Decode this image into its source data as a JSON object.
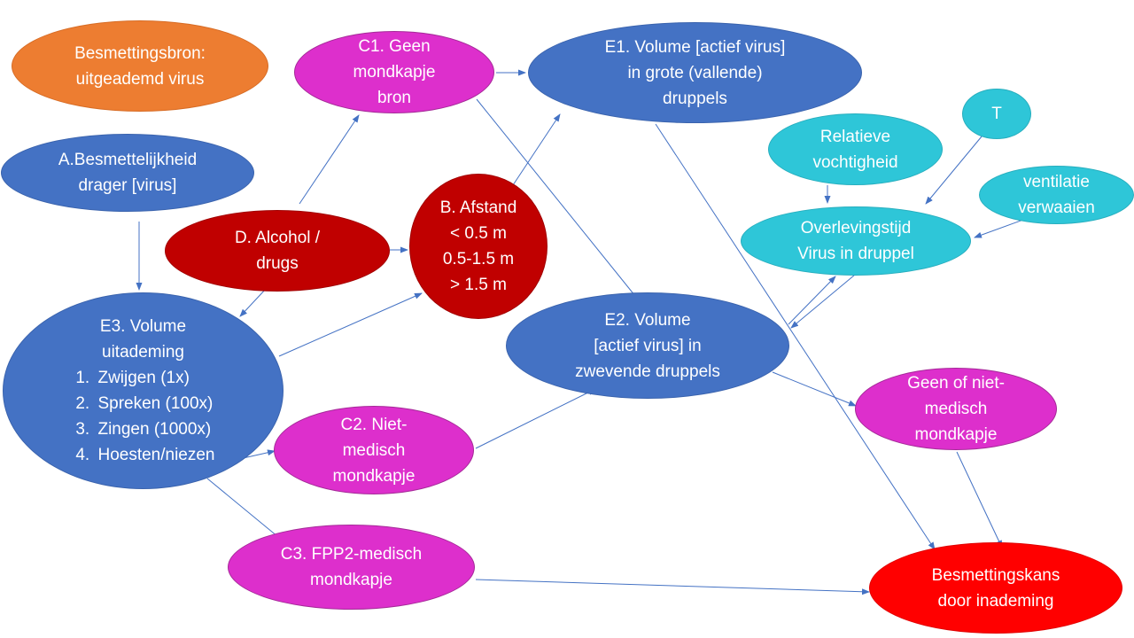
{
  "nodes": {
    "source": "Besmettingsbron:\nuitgeademd virus",
    "a": "A.Besmettelijkheid\ndrager [virus]",
    "c1": "C1. Geen\nmondkapje\nbron",
    "e1": "E1. Volume [actief virus]\nin grote (vallende)\ndruppels",
    "t": "T",
    "rh": "Relatieve\nvochtigheid",
    "vent": "ventilatie\nverwaaien",
    "survival": "Overlevingstijd\nVirus in druppel",
    "d": "D. Alcohol /\ndrugs",
    "b": "B. Afstand\n< 0.5 m\n0.5-1.5 m\n> 1.5 m",
    "e2": "E2. Volume\n[actief virus] in\nzwevende druppels",
    "e3_title": "E3. Volume\nuitademing",
    "e3_items": [
      "Zwijgen (1x)",
      "Spreken (100x)",
      "Zingen  (1000x)",
      "Hoesten/niezen"
    ],
    "c2": "C2. Niet-\nmedisch\nmondkapje",
    "geen": "Geen of niet-\nmedisch\nmondkapje",
    "c3": "C3. FPP2-medisch\nmondkapje",
    "kans": "Besmettingskans\ndoor inademing"
  },
  "colors": {
    "blue": "#4472c4",
    "orange": "#ed7d31",
    "magenta": "#dd2fcc",
    "dark_red": "#c00000",
    "cyan": "#2ec6d8",
    "red": "#ff0000",
    "arrow": "#4472c4"
  },
  "edges": [
    [
      "a",
      "e3"
    ],
    [
      "d",
      "c1"
    ],
    [
      "d",
      "b"
    ],
    [
      "d",
      "e3"
    ],
    [
      "e3",
      "b"
    ],
    [
      "e3",
      "c2"
    ],
    [
      "e3",
      "c3"
    ],
    [
      "c1",
      "e1"
    ],
    [
      "c1",
      "e2"
    ],
    [
      "b",
      "e1"
    ],
    [
      "c2",
      "e2"
    ],
    [
      "e2",
      "geen"
    ],
    [
      "e2",
      "survival"
    ],
    [
      "survival",
      "e2"
    ],
    [
      "rh",
      "survival"
    ],
    [
      "t",
      "survival"
    ],
    [
      "vent",
      "survival"
    ],
    [
      "e1",
      "kans"
    ],
    [
      "geen",
      "kans"
    ],
    [
      "c3",
      "kans"
    ]
  ]
}
